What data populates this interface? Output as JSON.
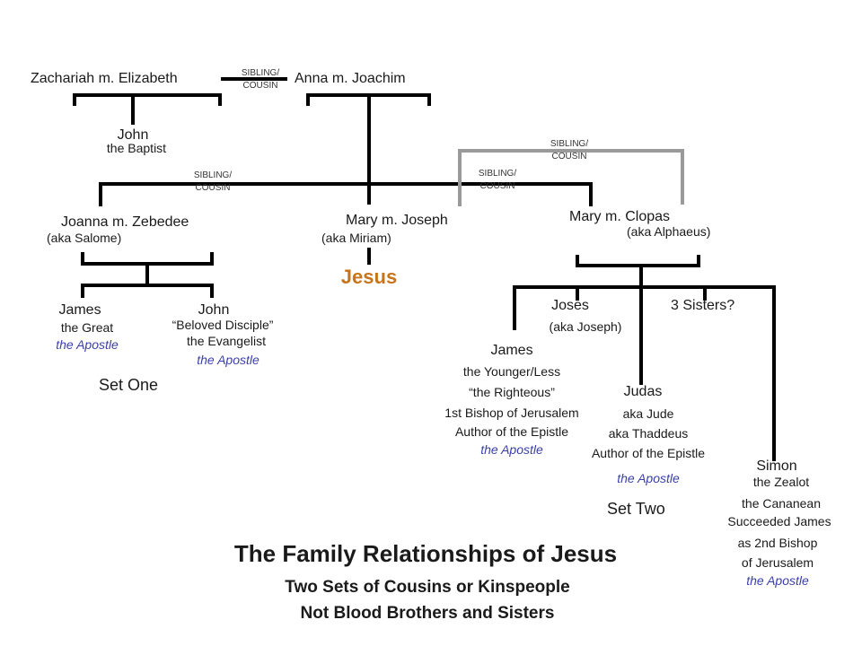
{
  "colors": {
    "text": "#1a1a1a",
    "lines": "#000000",
    "gray_line": "#9a9a9a",
    "apostle": "#3b3fa8",
    "jesus": "#c8741a"
  },
  "labels": {
    "zachariah": "Zachariah m. Elizabeth",
    "anna": "Anna  m. Joachim",
    "sibling1": "SIBLING/",
    "cousin1": "COUSIN",
    "john_baptist_1": "John",
    "john_baptist_2": "the Baptist",
    "sibling2": "SIBLING/",
    "cousin2": "COUSIN",
    "sibling3": "SIBLING/",
    "cousin3": "COUSIN",
    "sibling4": "SIBLING/",
    "cousin4": "COUSIN",
    "joanna": "Joanna  m.  Zebedee",
    "aka_salome": "(aka Salome)",
    "mary_joseph": "Mary  m.  Joseph",
    "aka_miriam": "(aka Miriam)",
    "mary_clopas": "Mary  m.  Clopas",
    "aka_alphaeus": "(aka Alphaeus)",
    "jesus": "Jesus",
    "james_great_1": "James",
    "james_great_2": "the Great",
    "james_great_3": "the Apostle",
    "john_ev_1": "John",
    "john_ev_2": "“Beloved Disciple”",
    "john_ev_3": "the Evangelist",
    "john_ev_4": "the Apostle",
    "set_one": "Set One",
    "joses_1": "Joses",
    "joses_2": "(aka Joseph)",
    "sisters": "3 Sisters?",
    "james_less_1": "James",
    "james_less_2": "the Younger/Less",
    "james_less_3": "“the Righteous”",
    "james_less_4": "1st Bishop of Jerusalem",
    "james_less_5": "Author of the Epistle",
    "james_less_6": "the Apostle",
    "judas_1": "Judas",
    "judas_2": "aka Jude",
    "judas_3": "aka Thaddeus",
    "judas_4": "Author of the Epistle",
    "judas_5": "the Apostle",
    "set_two": "Set Two",
    "simon_1": "Simon",
    "simon_2": "the Zealot",
    "simon_3": "the Cananean",
    "simon_4": "Succeeded James",
    "simon_5": "as 2nd Bishop",
    "simon_6": "of Jerusalem",
    "simon_7": "the Apostle",
    "title": "The Family Relationships of Jesus",
    "subtitle1": "Two Sets of Cousins or Kinspeople",
    "subtitle2": "Not Blood Brothers and Sisters"
  }
}
